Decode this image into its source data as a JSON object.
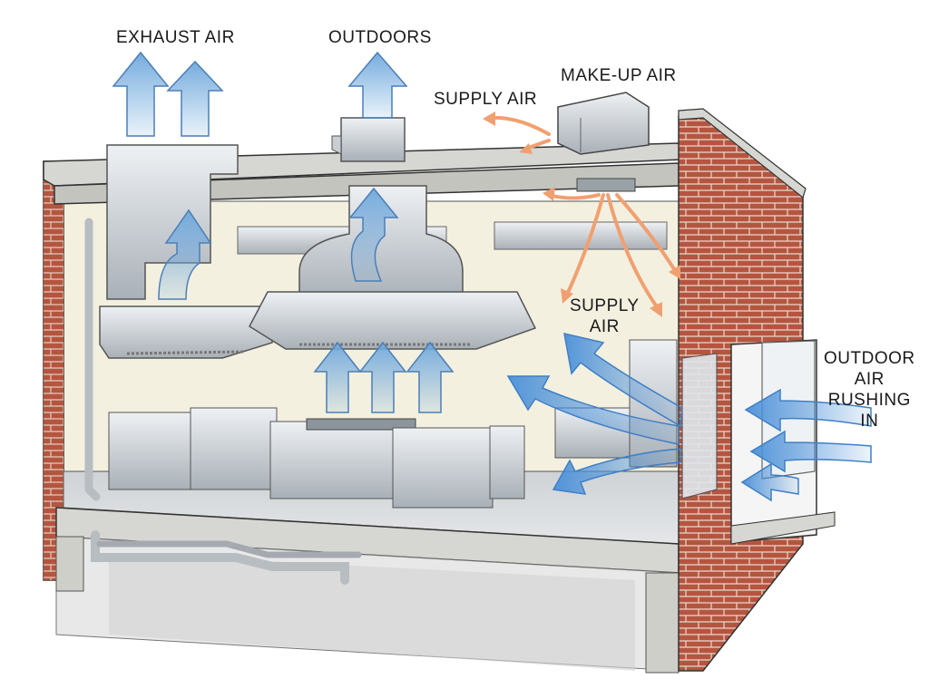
{
  "labels": {
    "exhaust_air": "EXHAUST AIR",
    "outdoors": "OUTDOORS",
    "make_up_air": "MAKE-UP AIR",
    "supply_air_top": "SUPPLY AIR",
    "supply_air_interior": [
      "SUPPLY",
      "AIR"
    ],
    "outdoor_air": [
      "OUTDOOR",
      "AIR",
      "RUSHING",
      "IN"
    ]
  },
  "colors": {
    "exhaust_arrow": "#6fa8dc",
    "outdoor_arrow": "#4a90d9",
    "supply_arrow": "#f0a070",
    "brick": "#b5553f",
    "steel": "#c9ced3",
    "concrete": "#d6d6d2",
    "wall": "#f3f0e0"
  }
}
